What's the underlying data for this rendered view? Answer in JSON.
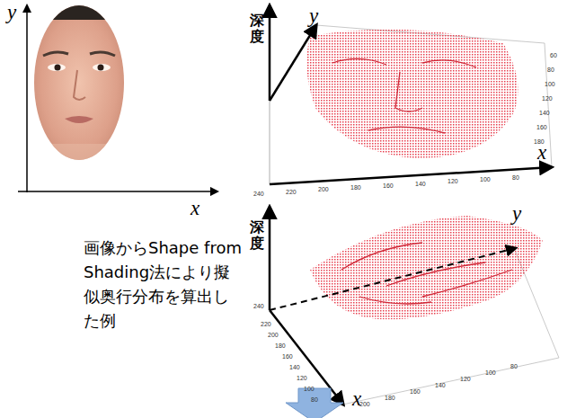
{
  "diagram": {
    "caption": "画像からShape from Shading法により擬似奥行分布を算出した例",
    "labels": [
      "y",
      "x",
      "深度",
      "y",
      "x",
      "深度",
      "y",
      "x",
      "60",
      "80",
      "100",
      "120",
      "140",
      "160",
      "180",
      "240",
      "220",
      "200",
      "180",
      "160",
      "140",
      "120",
      "100",
      "80",
      "240",
      "220",
      "200",
      "180",
      "160",
      "140",
      "120",
      "100",
      "80",
      "200",
      "180",
      "160",
      "140",
      "120",
      "100",
      "80"
    ]
  }
}
